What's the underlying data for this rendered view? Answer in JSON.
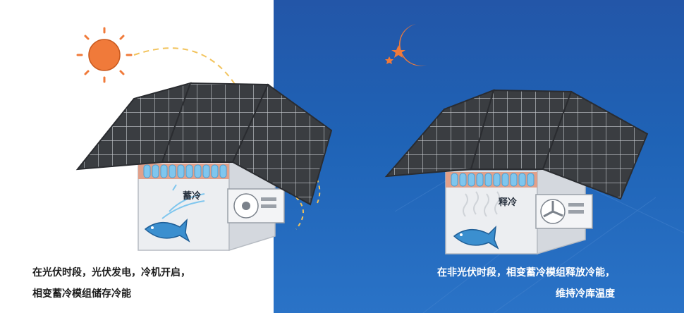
{
  "day": {
    "caption_lines": [
      "在光伏时段，光伏发电，冷机开启，",
      "相变蓄冷模组储存冷能"
    ],
    "box_label": "蓄冷"
  },
  "night": {
    "caption_lines": [
      "在非光伏时段，相变蓄冷模组释放冷能，",
      "维持冷库温度"
    ],
    "box_label": "释冷"
  },
  "colors": {
    "sun": "#f07a3a",
    "moon": "#f07a3a",
    "panel_cell": "#3a3d41",
    "panel_grid": "#c9cdd2",
    "box": "#eceef1",
    "tube": "#7fc6ee",
    "fish": "#3b8fcf",
    "night_bg": "#1f5fb3"
  }
}
